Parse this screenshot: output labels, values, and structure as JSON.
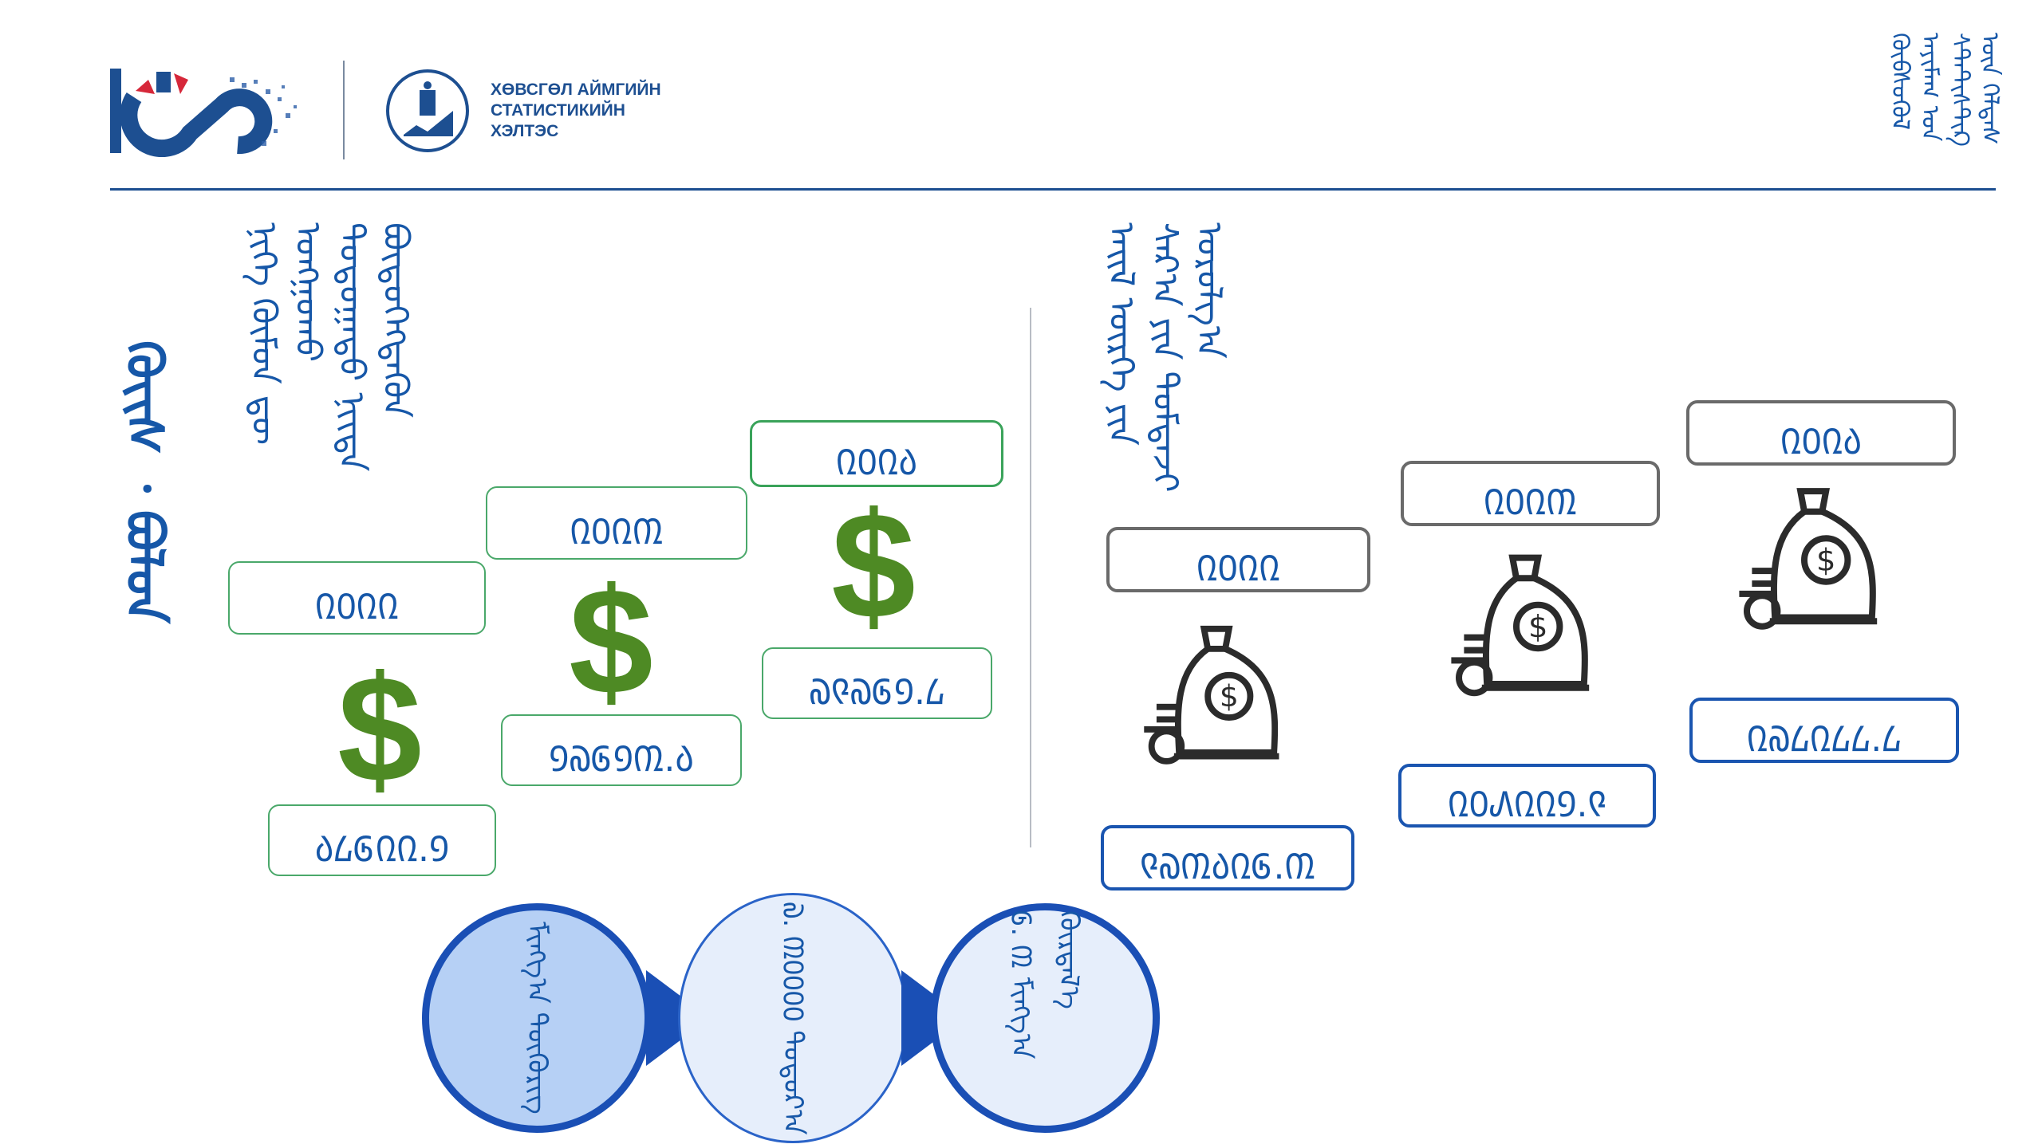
{
  "header": {
    "org_name_lines": [
      "ХӨВСГӨЛ АЙМГИЙН",
      "СТАТИСТИКИЙН",
      "ХЭЛТЭС"
    ],
    "top_right_script": "ᠬᠦᠪᠰᠦᠭᠦᠯ ᠠᠶᠢᠮᠠᠭ ᠤᠨ ᠰᠲ᠋ᠠᠲ᠋ᠢᠰᠲ᠋ᠢᠺ ᠦᠨ ᠬᠡᠯᠲᠡᠰ"
  },
  "colors": {
    "accent": "#1657a8",
    "green": "#4e8a24",
    "line": "#1d4f91"
  },
  "left": {
    "title": "ᠬᠦᠢᠰ ᠂ ᠪᠣᠯᠣᠨ",
    "subtitle": "ᠨᠢᠭᠡ ᠬᠦᠮᠦᠨ ᠳᠦ ᠣᠩᠭᠣᠬᠤ ᠳᠣᠲᠣᠭᠠᠳᠤ ᠨᠢᠢᠲᠡ ᠪᠦᠲᠦᠭᠡᠭᠳᠡᠬᠦᠨ",
    "items": [
      {
        "year": "᠒᠐᠒᠒",
        "value": "᠔᠘᠖᠒᠒.᠑"
      },
      {
        "year": "᠒᠐᠒᠓",
        "value": "᠑᠗᠖᠑᠓.᠔"
      },
      {
        "year": "᠒᠐᠒᠔",
        "value": "᠗᠙᠗᠖᠑.᠘"
      }
    ]
  },
  "right": {
    "subtitle": "ᠠᠢᠯ ᠥᠷᠬᠡ ᠶᠢᠨ ᠰᠠᠷ᠎ᠠ ᠶᠢᠨ ᠳᠤᠮᠳᠠᠵᠢ ᠣᠷᠣᠯᠭ᠎ᠠ",
    "items": [
      {
        "year": "᠒᠐᠒᠒",
        "value": "᠙᠗᠓᠔᠒᠖.᠓"
      },
      {
        "year": "᠒᠐᠒᠓",
        "value": "᠒᠐᠕᠒᠒᠑.᠙"
      },
      {
        "year": "᠒᠐᠒᠔",
        "value": "᠒᠗᠘᠒᠘᠘.᠘"
      }
    ]
  },
  "bottom": [
    {
      "label": "ᠮᠢᠩᠭ᠎ᠠ ᠲᠥᠭᠦᠷᠢᠭ"
    },
    {
      "label": "᠗. ᠓᠐᠐᠐᠐ ᠳᠣᠲᠣᠷ᠎ᠠ"
    },
    {
      "label": "᠖. ᠓ ᠮᠢᠩᠭ᠎ᠠ ᠬᠦᠷᠲᠡᠯ᠎ᠡ"
    }
  ]
}
